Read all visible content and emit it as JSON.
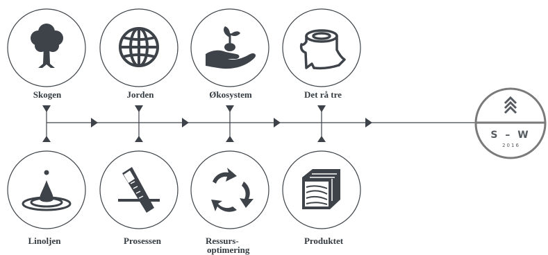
{
  "colors": {
    "icon": "#3d4349",
    "line": "#3d4349",
    "logo": "#7a7a7a",
    "background": "#ffffff"
  },
  "top_items": [
    {
      "label": "Skogen",
      "icon": "tree-icon"
    },
    {
      "label": "Jorden",
      "icon": "globe-icon"
    },
    {
      "label": "Økosystem",
      "icon": "seedling-hand-icon"
    },
    {
      "label": "Det rå tre",
      "icon": "wood-log-icon"
    }
  ],
  "bottom_items": [
    {
      "label": "Linoljen",
      "icon": "oil-drop-icon"
    },
    {
      "label": "Prosessen",
      "icon": "saw-icon"
    },
    {
      "label_line1": "Ressurs-",
      "label_line2": "optimering",
      "icon": "recycle-arrows-icon"
    },
    {
      "label": "Produktet",
      "icon": "wood-block-icon"
    }
  ],
  "logo": {
    "text": "S – W",
    "year": "2016",
    "icon": "house-chevrons-icon"
  }
}
